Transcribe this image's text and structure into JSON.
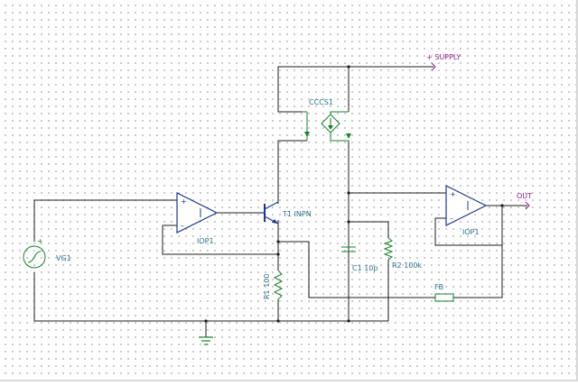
{
  "components": {
    "vg1": {
      "label": "VG1"
    },
    "iop1_left": {
      "label": "IOP1",
      "minus": "–",
      "plus": "+"
    },
    "iop1_right": {
      "label": "IOP1",
      "minus": "–",
      "plus": "+"
    },
    "t1": {
      "label": "T1 INPN"
    },
    "cccs1": {
      "label": "CCCS1"
    },
    "r1": {
      "label": "R1 100"
    },
    "r2": {
      "label": "R2 100k"
    },
    "c1": {
      "label": "C1 10p"
    },
    "fb": {
      "label": "FB"
    },
    "supply": {
      "label": "+ SUPPLY"
    },
    "out": {
      "label": "OUT"
    }
  },
  "colors": {
    "wire": "#1c1c1c",
    "opamp": "#1d3a8a",
    "component_green": "#1a7f2e",
    "label_blue": "#2a6f8a",
    "label_purple": "#8a1c8a"
  }
}
